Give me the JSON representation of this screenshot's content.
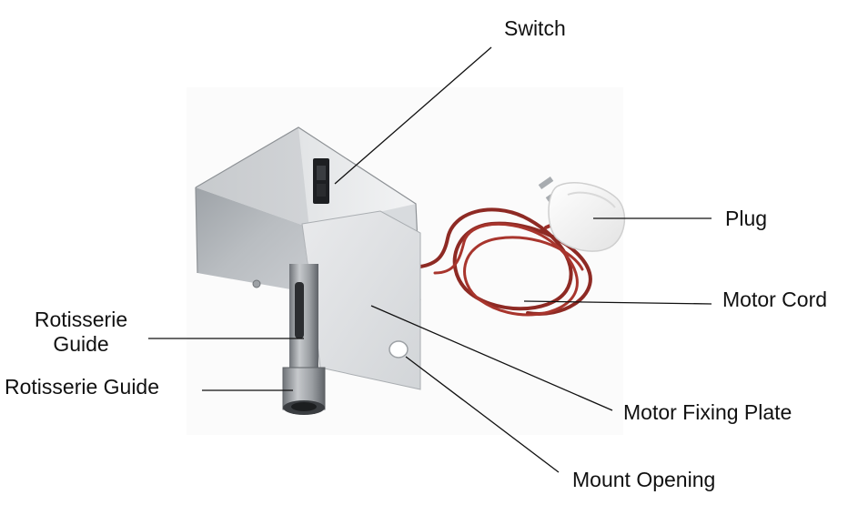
{
  "diagram": {
    "labels": {
      "switch": "Switch",
      "plug": "Plug",
      "motor_cord": "Motor Cord",
      "rotisserie_guide_top_line1": "Rotisserie",
      "rotisserie_guide_top_line2": "Guide",
      "rotisserie_guide_bottom": "Rotisserie Guide",
      "motor_fixing_plate": "Motor Fixing Plate",
      "mount_opening": "Mount Opening"
    }
  }
}
